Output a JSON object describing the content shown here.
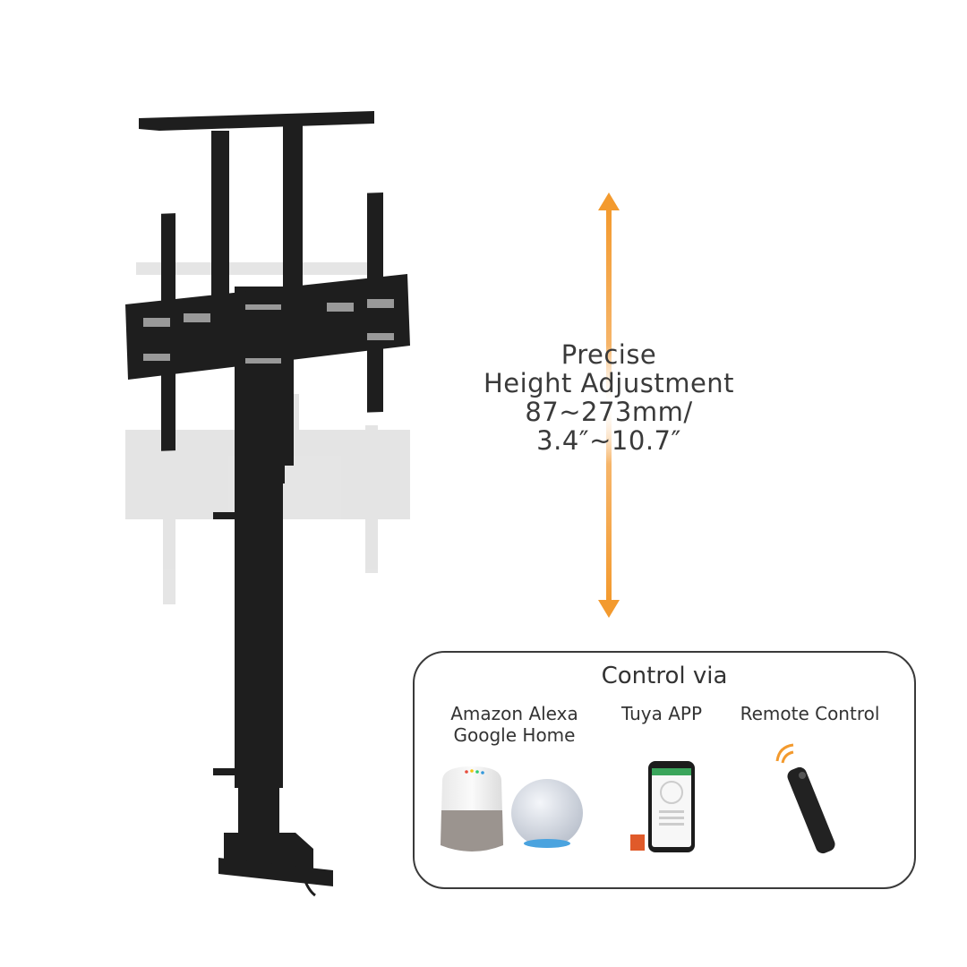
{
  "height_adjustment": {
    "line1": "Precise",
    "line2": "Height Adjustment",
    "line3": "87~273mm/",
    "line4": "3.4″~10.7″",
    "arrow_color": "#F39A2E"
  },
  "control": {
    "title": "Control via",
    "options": [
      {
        "label_line1": "Amazon Alexa",
        "label_line2": "Google Home",
        "icons": [
          "smart-speaker-icon",
          "echo-dot-icon"
        ]
      },
      {
        "label_line1": "Tuya APP",
        "icons": [
          "smartphone-app-icon"
        ]
      },
      {
        "label_line1": "Remote Control",
        "icons": [
          "remote-control-icon"
        ]
      }
    ]
  },
  "product": {
    "name": "tv-lift-mount",
    "color": "#1e1e1e"
  }
}
